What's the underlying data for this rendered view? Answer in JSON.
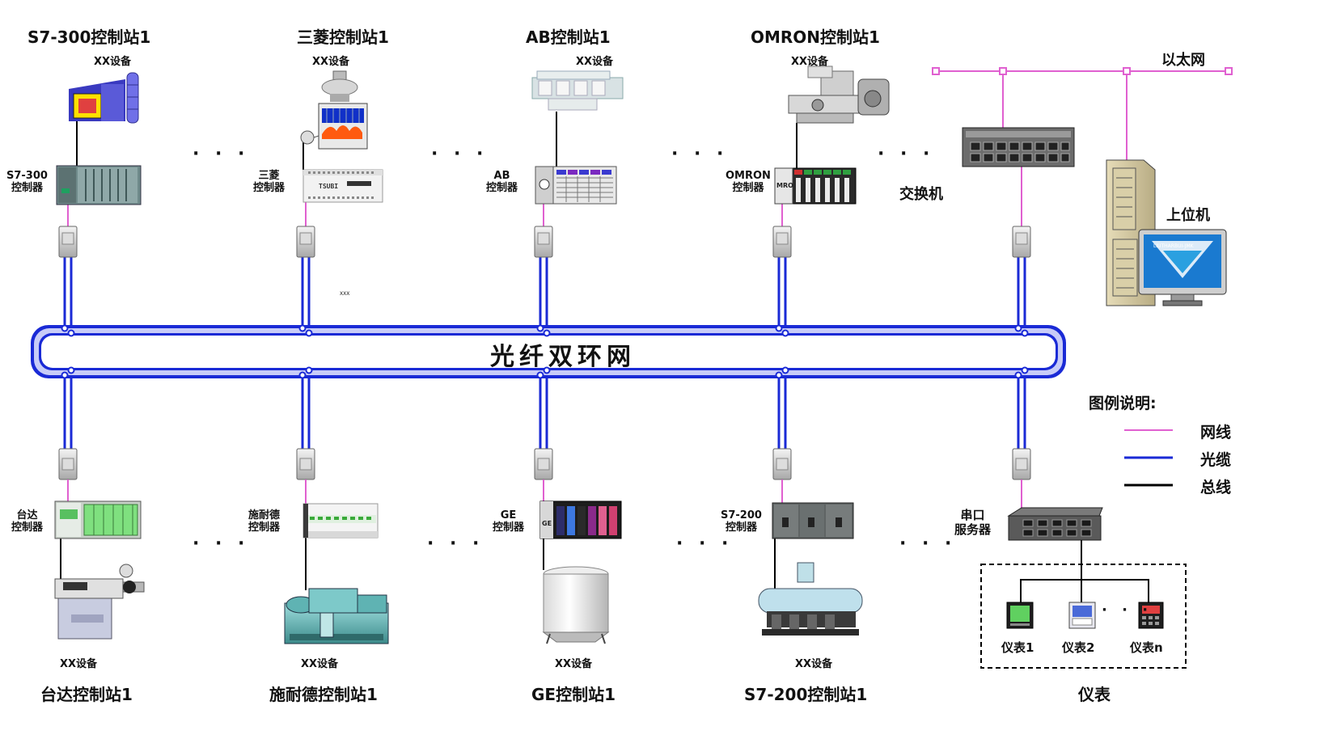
{
  "ring_label": "光纤双环网",
  "ethernet_label": "以太网",
  "switch_label": "交换机",
  "host_label": "上位机",
  "host_screen_text": "LIUTHARBUI-JMK",
  "legend": {
    "title": "图例说明:",
    "items": [
      {
        "label": "网线",
        "color": "#e060d0"
      },
      {
        "label": "光缆",
        "color": "#1a2ad6"
      },
      {
        "label": "总线",
        "color": "#000000"
      }
    ]
  },
  "dots": "· · ·",
  "tiny_label": "XXX",
  "top_stations": [
    {
      "title": "S7-300控制站1",
      "device": "XX设备",
      "ctl_line1": "S7-300",
      "ctl_line2": "控制器"
    },
    {
      "title": "三菱控制站1",
      "device": "XX设备",
      "ctl_line1": "三菱",
      "ctl_line2": "控制器",
      "plc_text": "TSUBI"
    },
    {
      "title": "AB控制站1",
      "device": "XX设备",
      "ctl_line1": "AB",
      "ctl_line2": "控制器"
    },
    {
      "title": "OMRON控制站1",
      "device": "XX设备",
      "ctl_line1": "OMRON",
      "ctl_line2": "控制器",
      "plc_text": "MRO"
    }
  ],
  "bottom_stations": [
    {
      "title": "台达控制站1",
      "device": "XX设备",
      "ctl_line1": "台达",
      "ctl_line2": "控制器"
    },
    {
      "title": "施耐德控制站1",
      "device": "XX设备",
      "ctl_line1": "施耐德",
      "ctl_line2": "控制器"
    },
    {
      "title": "GE控制站1",
      "device": "XX设备",
      "ctl_line1": "GE",
      "ctl_line2": "控制器",
      "plc_text": "GE"
    },
    {
      "title": "S7-200控制站1",
      "device": "XX设备",
      "ctl_line1": "S7-200",
      "ctl_line2": "控制器"
    },
    {
      "title": "仪表",
      "ctl_line1": "串口",
      "ctl_line2": "服务器"
    }
  ],
  "instruments": [
    "仪表1",
    "仪表2",
    "仪表n"
  ],
  "colors": {
    "ethernet": "#e060d0",
    "fiber": "#1a2ad6",
    "bus": "#000000",
    "ring_border": "#1a2ad6",
    "ring_inner": "#eef0ff"
  }
}
